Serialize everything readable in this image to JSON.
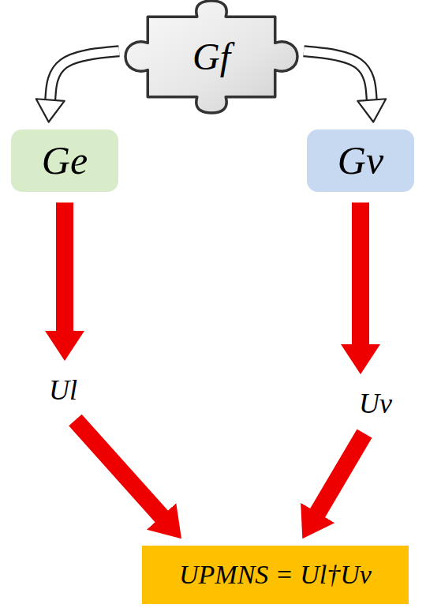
{
  "diagram": {
    "nodes": [
      {
        "text": [
          "Gf"
        ]
      },
      {
        "text": [
          "Ge"
        ]
      },
      {
        "text": [
          "Gν"
        ]
      },
      {
        "text": [
          "Ul"
        ]
      },
      {
        "text": [
          "Uν"
        ]
      },
      {
        "text": [
          "UPMNS = Ul†Uν"
        ]
      }
    ],
    "edges": [
      {
        "from": 0,
        "to": 1,
        "arrow": "to"
      },
      {
        "from": 0,
        "to": 2,
        "arrow": "to"
      },
      {
        "from": 1,
        "to": 3,
        "arrow": "to"
      },
      {
        "from": 2,
        "to": 4,
        "arrow": "to"
      },
      {
        "from": 3,
        "to": 5,
        "arrow": "to"
      },
      {
        "from": 4,
        "to": 5,
        "arrow": "to"
      }
    ]
  }
}
